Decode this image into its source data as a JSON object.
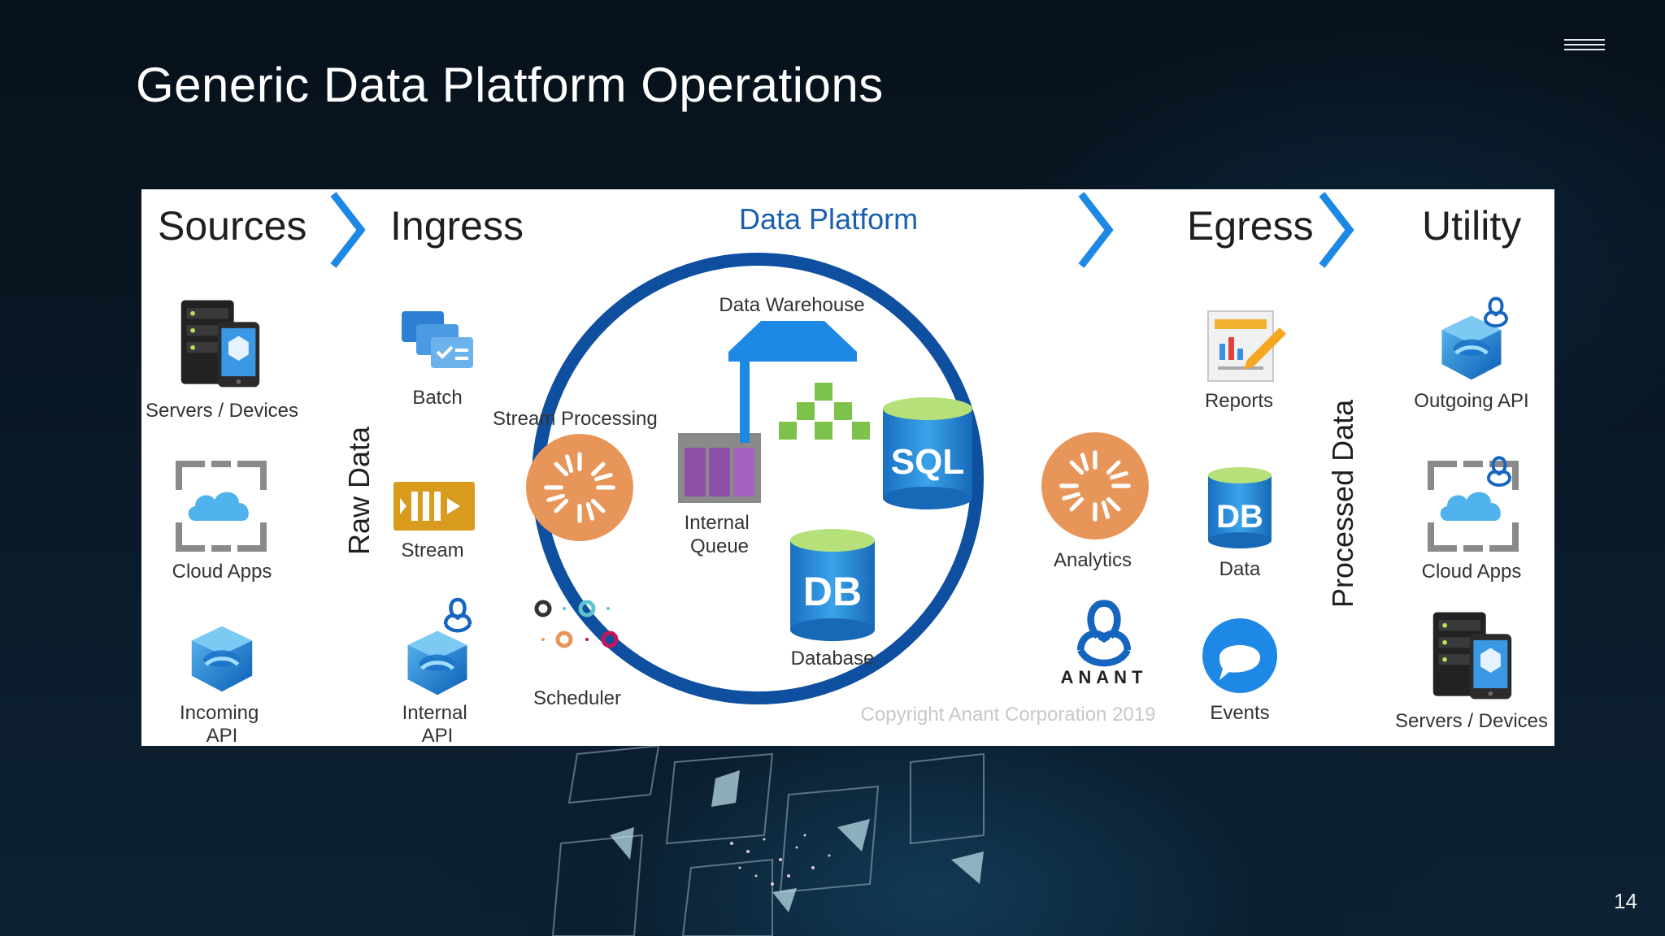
{
  "slide": {
    "title": "Generic Data Platform Operations",
    "page_number": "14",
    "menu_icon": "hamburger-menu-icon"
  },
  "diagram": {
    "headings": {
      "sources": "Sources",
      "ingress": "Ingress",
      "data_platform": "Data Platform",
      "egress": "Egress",
      "utility": "Utility"
    },
    "vertical_labels": {
      "raw_data": "Raw Data",
      "processed_data": "Processed Data"
    },
    "sources": [
      {
        "label": "Servers / Devices",
        "icon": "server-device-icon"
      },
      {
        "label": "Cloud Apps",
        "icon": "cloud-apps-icon"
      },
      {
        "label": "Incoming\nAPI",
        "icon": "api-cube-icon"
      }
    ],
    "ingress": [
      {
        "label": "Batch",
        "icon": "batch-checklist-icon"
      },
      {
        "label": "Stream",
        "icon": "stream-icon"
      },
      {
        "label": "Internal\nAPI",
        "icon": "api-cube-icon"
      }
    ],
    "platform": {
      "stream_processing": "Stream Processing",
      "data_warehouse": "Data Warehouse",
      "internal_queue": "Internal\nQueue",
      "sql_badge": "SQL",
      "db_badge": "DB",
      "database": "Database",
      "scheduler": "Scheduler",
      "analytics": "Analytics",
      "brand": "ANANT",
      "copyright": "Copyright Anant Corporation 2019"
    },
    "egress": [
      {
        "label": "Reports",
        "icon": "report-icon"
      },
      {
        "label": "Data",
        "icon": "db-cylinder-icon",
        "badge": "DB"
      },
      {
        "label": "Events",
        "icon": "chat-bubble-icon"
      }
    ],
    "utility": [
      {
        "label": "Outgoing API",
        "icon": "api-cube-icon"
      },
      {
        "label": "Cloud Apps",
        "icon": "cloud-apps-icon"
      },
      {
        "label": "Servers / Devices",
        "icon": "server-device-icon"
      }
    ],
    "colors": {
      "blue_dark": "#0f4fa0",
      "blue_light": "#2c8fe0",
      "orange": "#e8955a",
      "green": "#7dc24a",
      "purple": "#8e4fa8",
      "gold": "#d99b1e"
    }
  }
}
